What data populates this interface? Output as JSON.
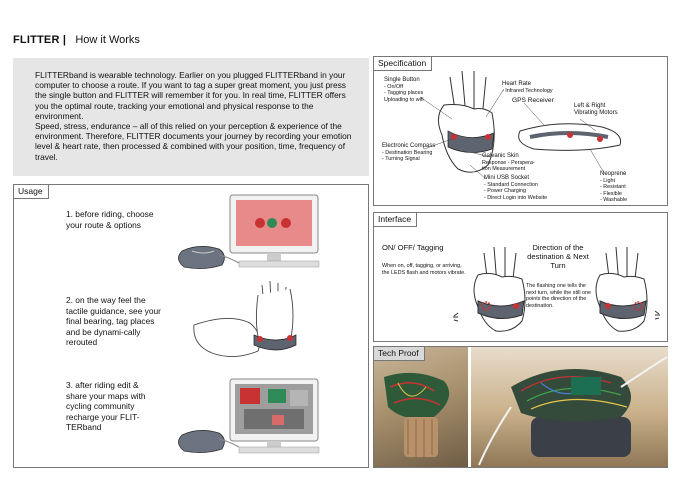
{
  "header": {
    "brand": "FLITTER |",
    "subtitle": "How it Works"
  },
  "intro": {
    "p1": "FLITTERband is wearable technology. Earlier on you plugged FLITTERband in your computer to choose a route. If you want to tag a super great moment, you just press the single button and FLITTER will remember it for you. In real time, FLITTER offers you the optimal route, tracking your emotional and physical response to the environment.",
    "p2": "Speed, stress, endurance – all of this relied on your perception & experience of the environment. Therefore, FLITTER documents your journey by recording your emotion level & heart rate, then processed & combined with your position, time, frequency of travel."
  },
  "usage": {
    "tab": "Usage",
    "step1": "1. before riding, choose your route & options",
    "step2": "2. on the way feel the tactile guidance, see your final bearing, tag places and be dynami-cally rerouted",
    "step3": "3. after riding edit & share your maps with cycling community recharge your FLIT-TERband"
  },
  "spec": {
    "tab": "Specification",
    "single_button": {
      "title": "Single Button",
      "items": [
        "- On/Off",
        "- Tagging places",
        "Uploading to wifi"
      ]
    },
    "compass": {
      "title": "Electronic Compass",
      "items": [
        "- Destination Bearing",
        "- Turning Signal"
      ]
    },
    "heart_rate": {
      "title": "Heart Rate",
      "items": [
        "- Infrared Technology"
      ]
    },
    "gps": "GPS Receiver",
    "motors": [
      "Left & Right",
      "Vibrating Motors"
    ],
    "skin": [
      "Galvanic Skin",
      "Response - Perspera-",
      "tion Measurement"
    ],
    "usb": {
      "title": "Mini USB Socket",
      "items": [
        "- Standard Connection",
        "- Power Charging",
        "- Direct Login into Website"
      ]
    },
    "neoprene": {
      "title": "Neoprene",
      "items": [
        "- Light",
        "- Resistant",
        "- Flexible",
        "- Washable"
      ]
    }
  },
  "interface": {
    "tab": "Interface",
    "left_title": "ON/ OFF/ Tagging",
    "left_text": "When on, off, tagging, or arriving, the LEDS flash and motors vibrate.",
    "right_title": "Direction of the destination & Next Turn",
    "right_text": "The flashing one tells the next turn, while the still one points the direction of the destination."
  },
  "tech": {
    "tab": "Tech Proof"
  },
  "colors": {
    "panel_border": "#777777",
    "intro_bg": "#e6e6e6",
    "accent_red": "#c83232",
    "screen_pink": "#e88a8a"
  }
}
